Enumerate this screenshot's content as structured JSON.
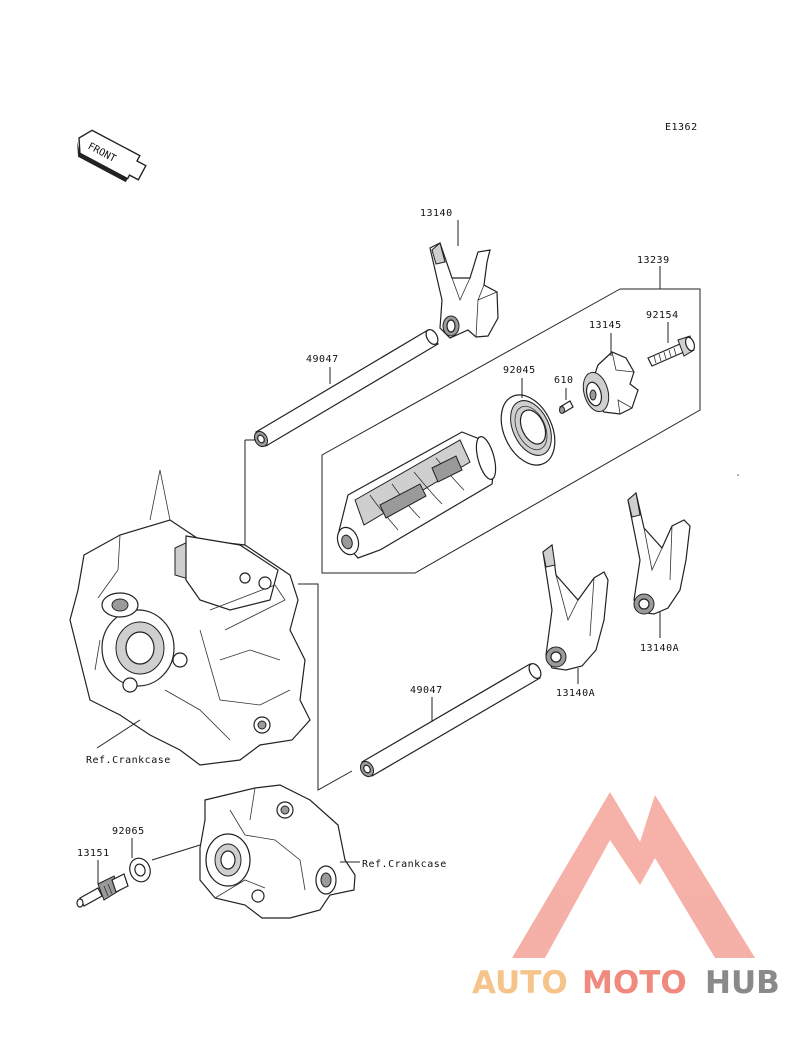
{
  "diagram": {
    "code": "E1362",
    "front_label": "FRONT",
    "parts": {
      "p13140": "13140",
      "p13239": "13239",
      "p92154": "92154",
      "p13145": "13145",
      "p92045": "92045",
      "p610": "610",
      "p49047_top": "49047",
      "p49047_bottom": "49047",
      "p13140A_right": "13140A",
      "p13140A_center": "13140A",
      "p92065": "92065",
      "p13151": "13151"
    },
    "ref_crankcase_upper": "Ref.Crankcase",
    "ref_crankcase_lower": "Ref.Crankcase"
  },
  "watermark": {
    "part1": "AUTO",
    "part2": "MOTO",
    "part3": "HUB",
    "colors": {
      "auto": "#f5c48a",
      "moto": "#f08a7e",
      "hub": "#8a8a8a",
      "logo": "#f4a39a"
    }
  }
}
